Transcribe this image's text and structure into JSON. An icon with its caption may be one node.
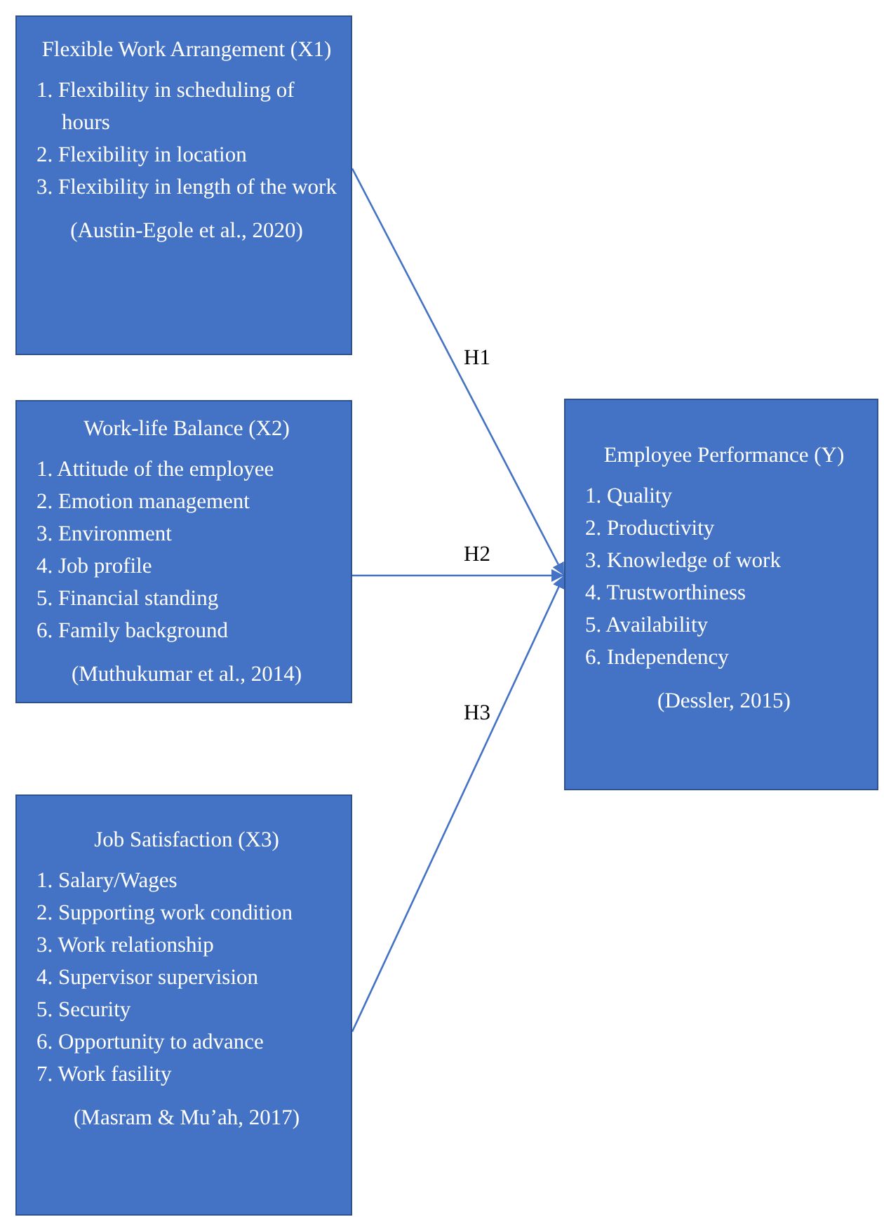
{
  "diagram": {
    "nodes": [
      {
        "text": [
          "Flexible Work Arrangement (X1)",
          "1. Flexibility in scheduling of hours",
          "2. Flexibility in location",
          "3. Flexibility in length of the work",
          "(Austin-Egole et al., 2020)"
        ]
      },
      {
        "text": [
          "Work-life Balance (X2)",
          "1. Attitude of the employee",
          "2. Emotion management",
          "3. Environment",
          "4. Job profile",
          "5. Financial standing",
          "6. Family background",
          "(Muthukumar et al., 2014)"
        ]
      },
      {
        "text": [
          "Job Satisfaction (X3)",
          "1. Salary/Wages",
          "2. Supporting work condition",
          "3. Work relationship",
          "4. Supervisor supervision",
          "5. Security",
          "6. Opportunity to advance",
          "7. Work fasility",
          "(Masram & Mu’ah, 2017)"
        ]
      },
      {
        "text": [
          "Employee Performance (Y)",
          "1. Quality",
          "2. Productivity",
          "3. Knowledge of work",
          "4. Trustworthiness",
          "5. Availability",
          "6. Independency",
          "(Dessler, 2015)"
        ]
      }
    ],
    "edges": [
      {
        "from": 0,
        "to": 3,
        "arrow": "to",
        "label": "H1"
      },
      {
        "from": 1,
        "to": 3,
        "arrow": "to",
        "label": "H2"
      },
      {
        "from": 2,
        "to": 3,
        "arrow": "to",
        "label": "H3"
      }
    ]
  }
}
